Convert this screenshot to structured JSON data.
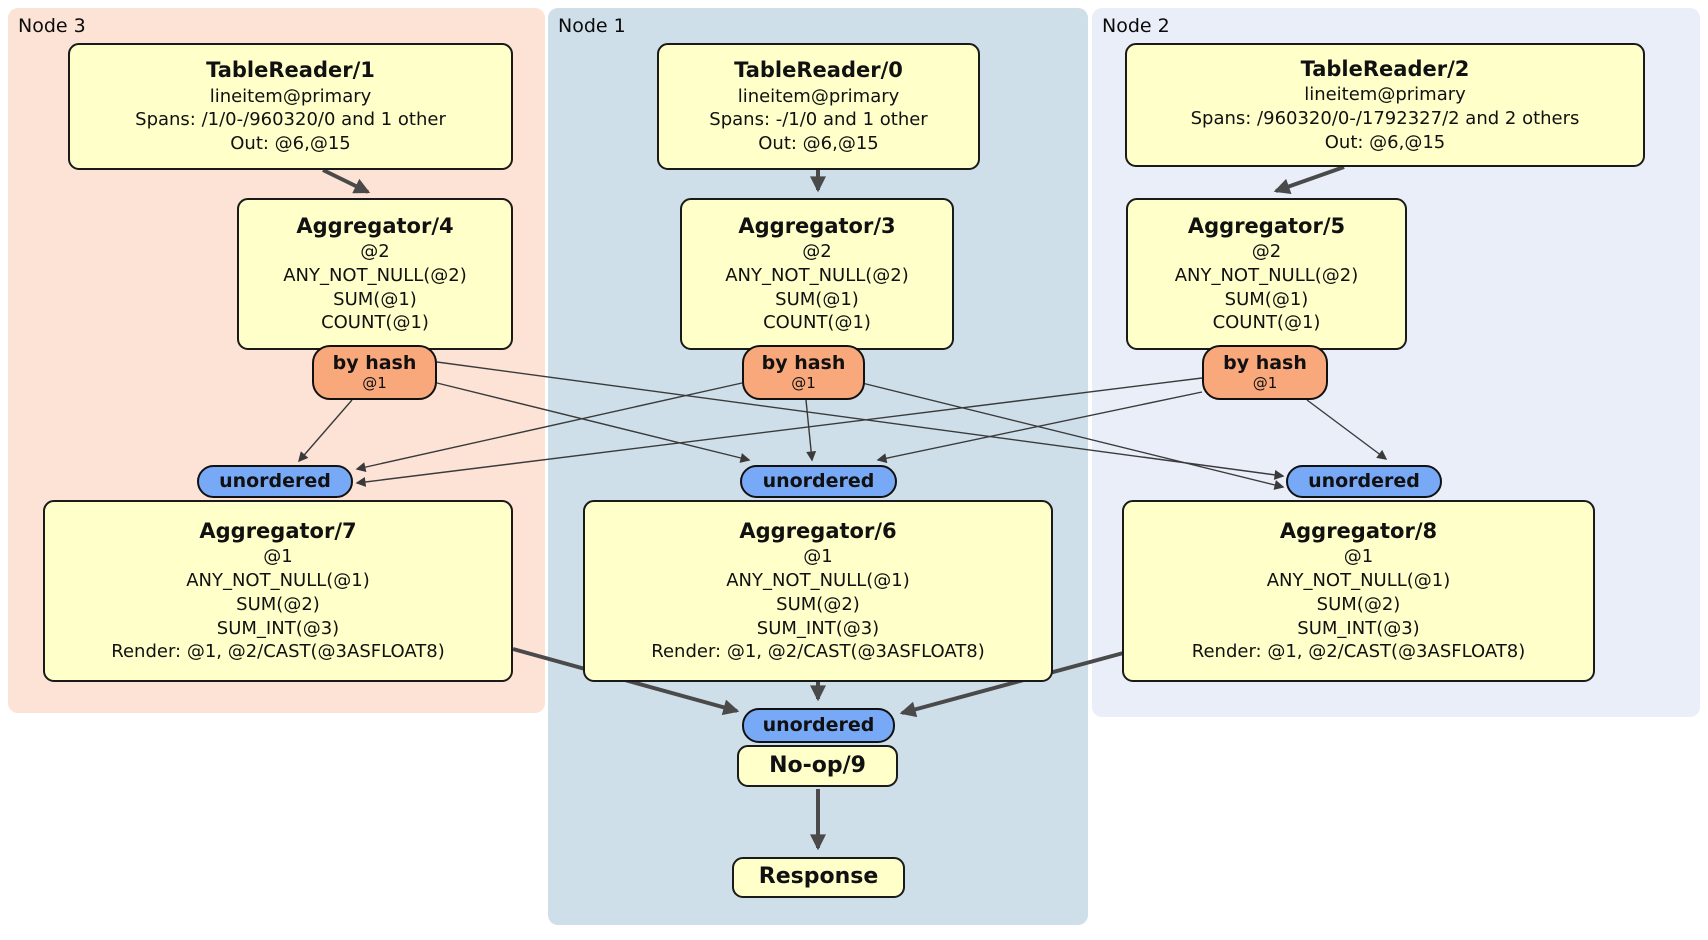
{
  "regions": {
    "node3": {
      "label": "Node 3",
      "bg": "#fce3d6"
    },
    "node1": {
      "label": "Node 1",
      "bg": "#cfdfe9"
    },
    "node2": {
      "label": "Node 2",
      "bg": "#e9eef9"
    }
  },
  "boxes": {
    "tablereader1": {
      "title": "TableReader/1",
      "lines": [
        "lineitem@primary",
        "Spans: /1/0-/960320/0 and 1 other",
        "Out: @6,@15"
      ]
    },
    "tablereader0": {
      "title": "TableReader/0",
      "lines": [
        "lineitem@primary",
        "Spans: -/1/0 and 1 other",
        "Out: @6,@15"
      ]
    },
    "tablereader2": {
      "title": "TableReader/2",
      "lines": [
        "lineitem@primary",
        "Spans: /960320/0-/1792327/2 and 2 others",
        "Out: @6,@15"
      ]
    },
    "aggregator4": {
      "title": "Aggregator/4",
      "lines": [
        "@2",
        "ANY_NOT_NULL(@2)",
        "SUM(@1)",
        "COUNT(@1)"
      ]
    },
    "aggregator3": {
      "title": "Aggregator/3",
      "lines": [
        "@2",
        "ANY_NOT_NULL(@2)",
        "SUM(@1)",
        "COUNT(@1)"
      ]
    },
    "aggregator5": {
      "title": "Aggregator/5",
      "lines": [
        "@2",
        "ANY_NOT_NULL(@2)",
        "SUM(@1)",
        "COUNT(@1)"
      ]
    },
    "aggregator7": {
      "title": "Aggregator/7",
      "lines": [
        "@1",
        "ANY_NOT_NULL(@1)",
        "SUM(@2)",
        "SUM_INT(@3)",
        "Render: @1, @2/CAST(@3ASFLOAT8)"
      ]
    },
    "aggregator6": {
      "title": "Aggregator/6",
      "lines": [
        "@1",
        "ANY_NOT_NULL(@1)",
        "SUM(@2)",
        "SUM_INT(@3)",
        "Render: @1, @2/CAST(@3ASFLOAT8)"
      ]
    },
    "aggregator8": {
      "title": "Aggregator/8",
      "lines": [
        "@1",
        "ANY_NOT_NULL(@1)",
        "SUM(@2)",
        "SUM_INT(@3)",
        "Render: @1, @2/CAST(@3ASFLOAT8)"
      ]
    },
    "noop": {
      "title": "No-op/9"
    },
    "response": {
      "title": "Response"
    }
  },
  "pills": {
    "byhash": {
      "label": "by hash",
      "sub": "@1"
    },
    "unordered": {
      "label": "unordered"
    }
  },
  "colors": {
    "node3_bg": "#fce3d6",
    "node1_bg": "#cfdfe9",
    "node2_bg": "#e9eef9",
    "processor_fill": "#ffffca",
    "router_fill": "#f9a87c",
    "sync_fill": "#78a9f7",
    "edge": "#4a4a4a",
    "border": "#1a1a1a"
  }
}
